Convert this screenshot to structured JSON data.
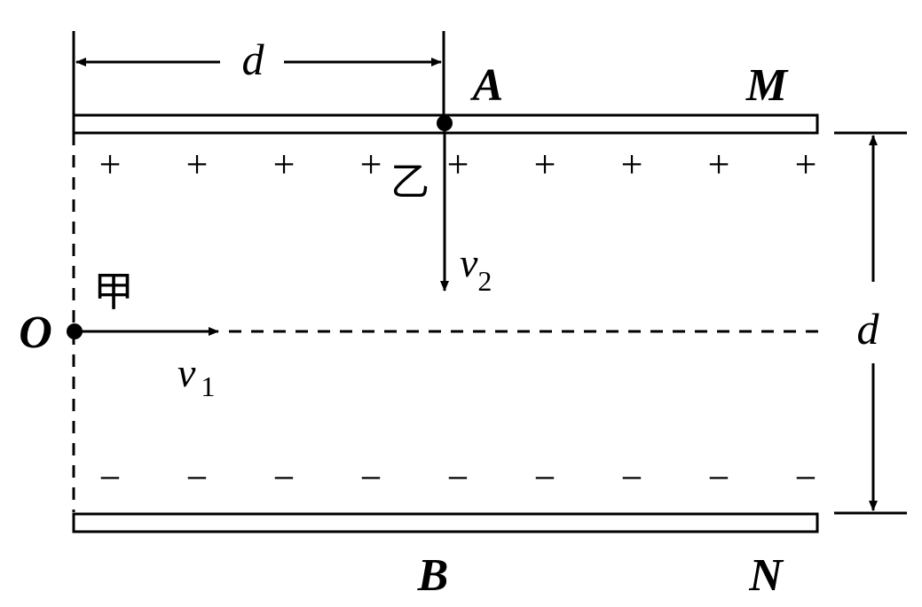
{
  "colors": {
    "ink": "#000000",
    "paper": "#ffffff"
  },
  "labels": {
    "distance_top": "d",
    "point_a": "A",
    "plate_top_end": "M",
    "plate_bottom_end": "N",
    "point_b": "B",
    "point_o": "O",
    "particle_jia": "甲",
    "particle_yi": "乙",
    "distance_right": "d",
    "velocity_1_symbol": "v",
    "velocity_1_subscript": "1",
    "velocity_2_symbol": "v",
    "velocity_2_subscript": "2",
    "positive_charge": "+",
    "negative_charge": "−"
  },
  "charges": {
    "positive_count": 9,
    "negative_count": 9
  }
}
